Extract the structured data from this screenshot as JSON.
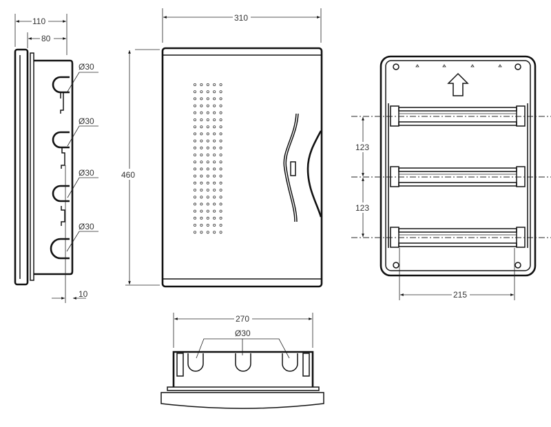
{
  "side_view": {
    "dim_depth_total": "110",
    "dim_depth_body": "80",
    "dim_offset": "10",
    "knockouts": [
      "Ø30",
      "Ø30",
      "Ø30",
      "Ø30"
    ]
  },
  "front_view": {
    "dim_height": "460",
    "dim_width": "310"
  },
  "bottom_view": {
    "dim_width": "270",
    "knockout_label": "Ø30"
  },
  "rear_view": {
    "dim_rail_spacing_1": "123",
    "dim_rail_spacing_2": "123",
    "dim_mount_width": "215"
  }
}
